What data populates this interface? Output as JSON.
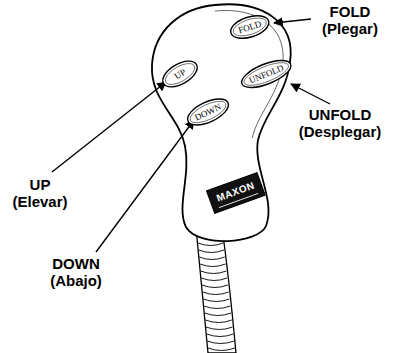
{
  "diagram": {
    "nodes": [
      {
        "text": [
          "FOLD"
        ]
      },
      {
        "text": [
          "UP"
        ]
      },
      {
        "text": [
          "UNFOLD"
        ]
      },
      {
        "text": [
          "DOWN"
        ]
      },
      {
        "text": [
          "MAXON"
        ]
      }
    ],
    "labels": [
      "FOLD (Plegar)",
      "UP (Elevar)",
      "UNFOLD (Desplegar)",
      "DOWN (Abajo)"
    ]
  }
}
